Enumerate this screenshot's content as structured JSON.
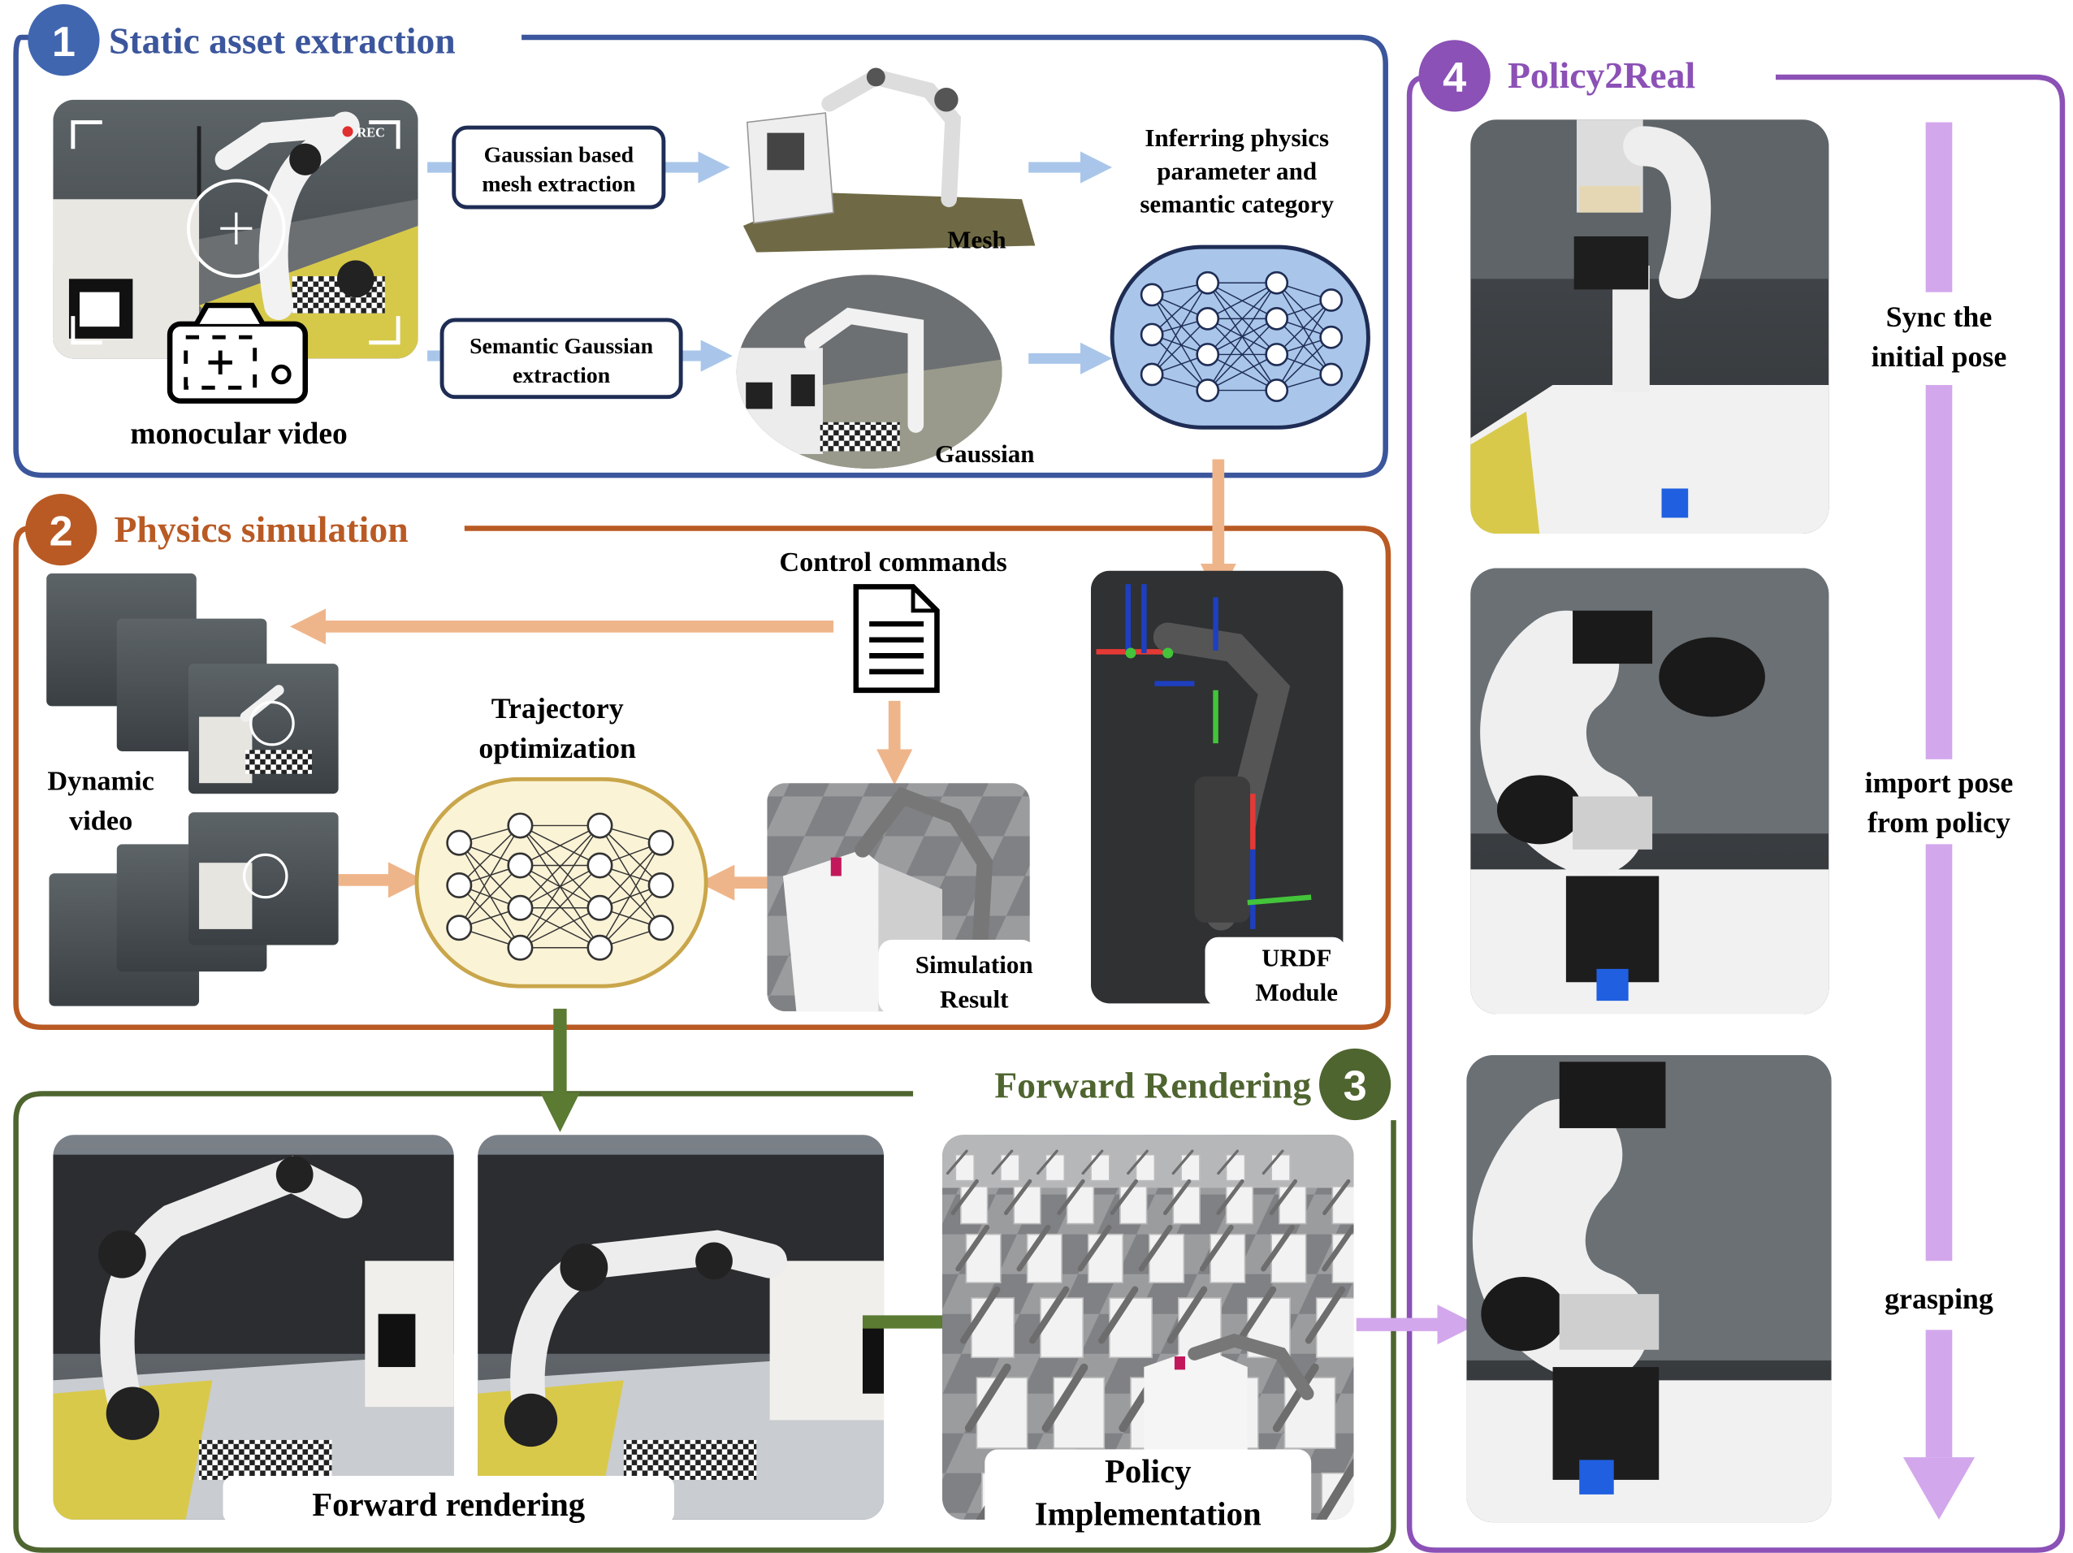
{
  "colors": {
    "blue": "#3B569C",
    "orange": "#B95A24",
    "green": "#4F6530",
    "purple": "#8B51B6",
    "light_blue": "#A9C6EA",
    "light_orange": "#EFB58A",
    "light_purple": "#D3A7EC",
    "net_blue_fill": "#A9C6EA",
    "net_yellow_fill": "#FBF3D6",
    "net_yellow_stroke": "#C9A64B"
  },
  "sections": {
    "s1": {
      "num": "1",
      "title": "Static asset extraction"
    },
    "s2": {
      "num": "2",
      "title": "Physics simulation"
    },
    "s3": {
      "num": "3",
      "title": "Forward Rendering"
    },
    "s4": {
      "num": "4",
      "title": "Policy2Real"
    }
  },
  "labels": {
    "gaussian_mesh_1": "Gaussian based",
    "gaussian_mesh_2": "mesh extraction",
    "semantic_1": "Semantic Gaussian",
    "semantic_2": "extraction",
    "mesh": "Mesh",
    "gaussian": "Gaussian",
    "infer_1": "Inferring physics",
    "infer_2": "parameter and",
    "infer_3": "semantic category",
    "monocular": "monocular video",
    "control": "Control commands",
    "traj_1": "Trajectory",
    "traj_2": "optimization",
    "dyn_1": "Dynamic",
    "dyn_2": "video",
    "sim_1": "Simulation",
    "sim_2": "Result",
    "urdf_1": "URDF",
    "urdf_2": "Module",
    "fwd": "Forward rendering",
    "policy_1": "Policy",
    "policy_2": "Implementation",
    "sync_1": "Sync the",
    "sync_2": "initial pose",
    "import_1": "import pose",
    "import_2": "from policy",
    "grasp": "grasping",
    "rec": "REC"
  }
}
